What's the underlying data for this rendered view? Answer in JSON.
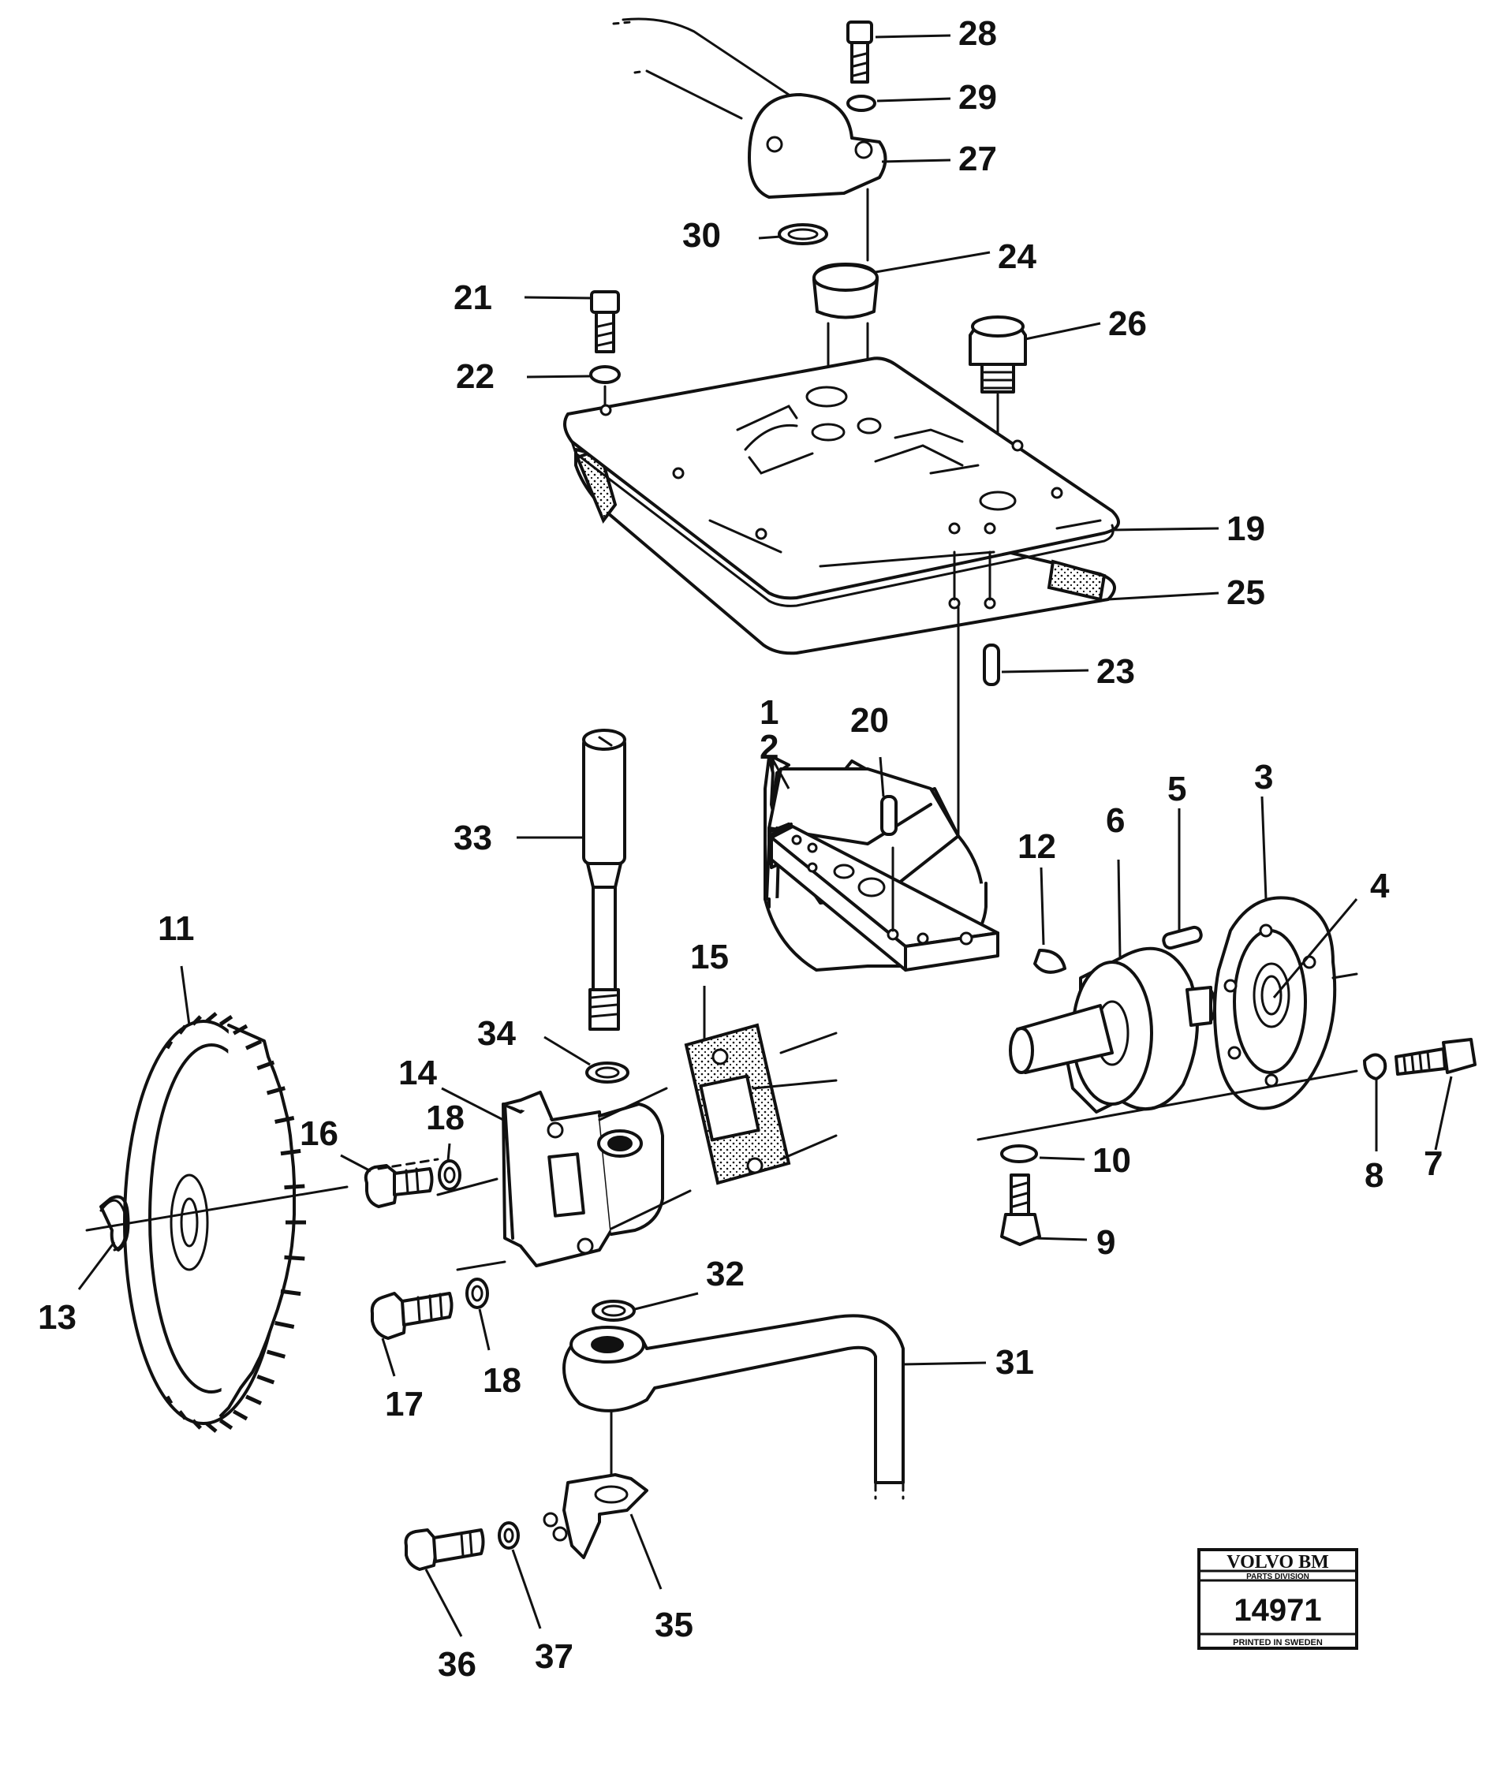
{
  "callouts": [
    {
      "id": "1",
      "label": "1"
    },
    {
      "id": "2",
      "label": "2"
    },
    {
      "id": "3",
      "label": "3"
    },
    {
      "id": "4",
      "label": "4"
    },
    {
      "id": "5",
      "label": "5"
    },
    {
      "id": "6",
      "label": "6"
    },
    {
      "id": "7",
      "label": "7"
    },
    {
      "id": "8",
      "label": "8"
    },
    {
      "id": "9",
      "label": "9"
    },
    {
      "id": "10",
      "label": "10"
    },
    {
      "id": "11",
      "label": "11"
    },
    {
      "id": "12",
      "label": "12"
    },
    {
      "id": "13",
      "label": "13"
    },
    {
      "id": "14",
      "label": "14"
    },
    {
      "id": "15",
      "label": "15"
    },
    {
      "id": "16",
      "label": "16"
    },
    {
      "id": "17",
      "label": "17"
    },
    {
      "id": "18a",
      "label": "18"
    },
    {
      "id": "18b",
      "label": "18"
    },
    {
      "id": "19",
      "label": "19"
    },
    {
      "id": "20",
      "label": "20"
    },
    {
      "id": "21",
      "label": "21"
    },
    {
      "id": "22",
      "label": "22"
    },
    {
      "id": "23",
      "label": "23"
    },
    {
      "id": "24",
      "label": "24"
    },
    {
      "id": "25",
      "label": "25"
    },
    {
      "id": "26",
      "label": "26"
    },
    {
      "id": "27",
      "label": "27"
    },
    {
      "id": "28",
      "label": "28"
    },
    {
      "id": "29",
      "label": "29"
    },
    {
      "id": "30",
      "label": "30"
    },
    {
      "id": "31",
      "label": "31"
    },
    {
      "id": "32",
      "label": "32"
    },
    {
      "id": "33",
      "label": "33"
    },
    {
      "id": "34",
      "label": "34"
    },
    {
      "id": "35",
      "label": "35"
    },
    {
      "id": "36",
      "label": "36"
    },
    {
      "id": "37",
      "label": "37"
    }
  ],
  "stamp": {
    "brand": "VOLVO BM",
    "division": "PARTS DIVISION",
    "number": "14971",
    "printed": "PRINTED IN SWEDEN"
  }
}
